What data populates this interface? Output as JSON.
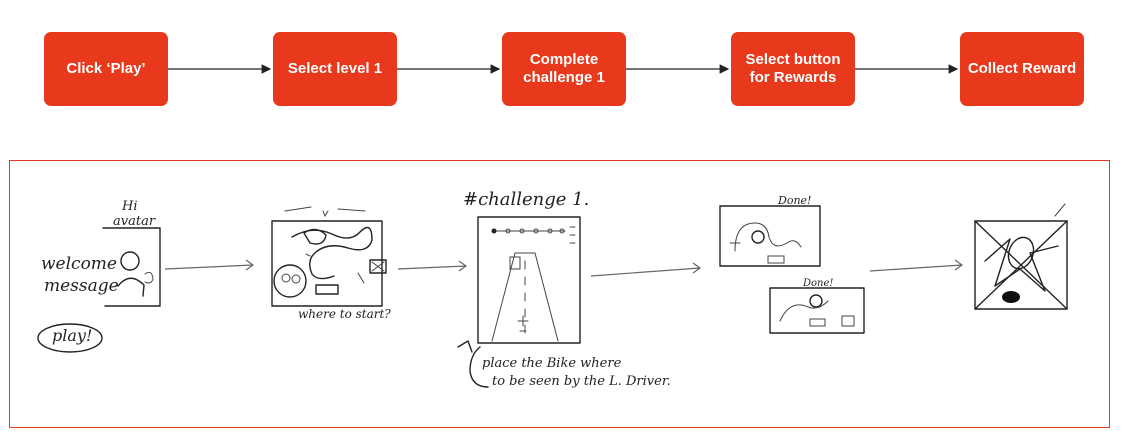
{
  "colors": {
    "step_bg": "#e8391d",
    "panel_border": "#e8391d",
    "arrow": "#222222"
  },
  "flow_steps": [
    {
      "label": "Click ‘Play’"
    },
    {
      "label": "Select level 1"
    },
    {
      "label": "Complete challenge 1"
    },
    {
      "label": "Select button for Rewards"
    },
    {
      "label": "Collect Reward"
    }
  ],
  "sketch": {
    "s1_hi": "Hi",
    "s1_avatar": "avatar",
    "s1_welcome": "welcome",
    "s1_message": "message",
    "s1_play": "play!",
    "s2_caption": "where to start?",
    "s3_title": "#challenge 1.",
    "s3_note_line1": "place the Bike where",
    "s3_note_line2": "to be seen by the L. Driver.",
    "s4_done_top": "Done!",
    "s4_done_bottom": "Done!"
  }
}
